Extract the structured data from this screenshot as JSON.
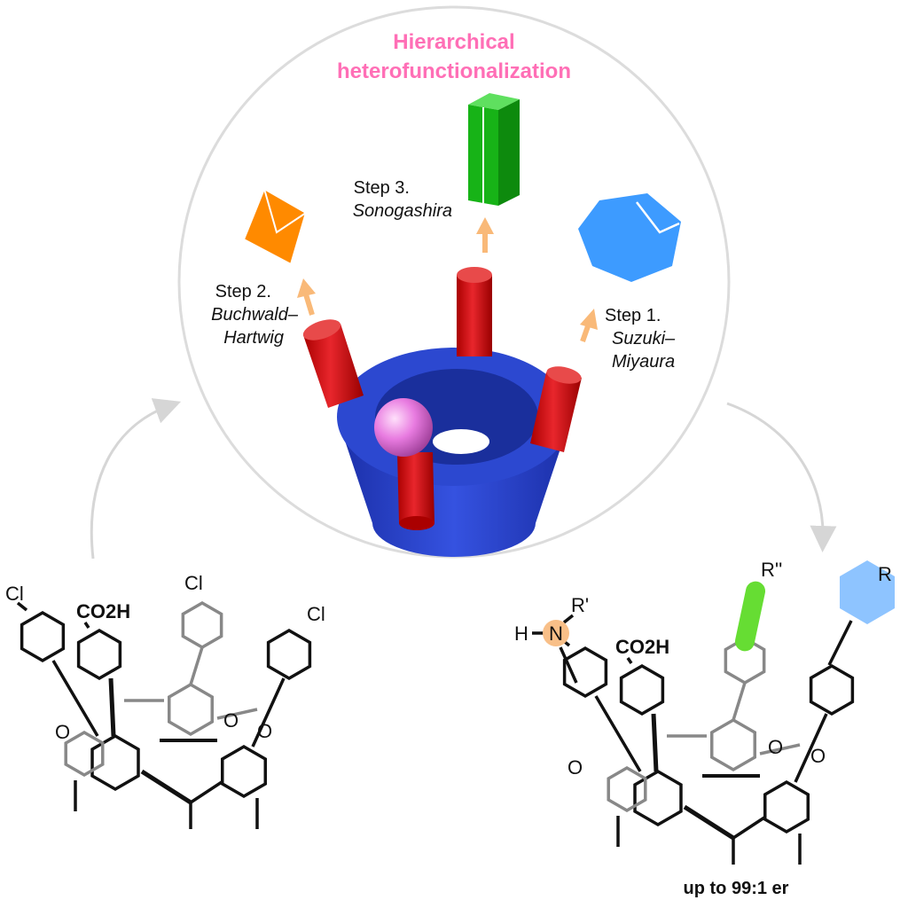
{
  "title": {
    "line1": "Hierarchical",
    "line2": "heterofunctionalization"
  },
  "steps": [
    {
      "step": "Step 1.",
      "reaction_line1": "Suzuki–",
      "reaction_line2": "Miyaura"
    },
    {
      "step": "Step 2.",
      "reaction_line1": "Buchwald–",
      "reaction_line2": "Hartwig"
    },
    {
      "step": "Step 3.",
      "reaction_line1": "Sonogashira"
    }
  ],
  "starting_material": {
    "atoms": {
      "cl1": "Cl",
      "cl2": "Cl",
      "cl3": "Cl",
      "acid": "CO2H",
      "o": "O"
    }
  },
  "product": {
    "atoms": {
      "h": "H",
      "n": "N",
      "r1": "R'",
      "r2": "R''",
      "r": "R",
      "acid": "CO2H",
      "o": "O"
    },
    "caption": "up to 99:1 er"
  },
  "colors": {
    "title": "#ff6fb6",
    "cup": "#2f4fd0",
    "pillar": "#d4151b",
    "sphere": "#e87be0",
    "octahedron": "#ff8a00",
    "prism": "#17b317",
    "polyhedron": "#3d9bff",
    "arrow": "#f9b978",
    "circle": "#d9d9d9"
  }
}
